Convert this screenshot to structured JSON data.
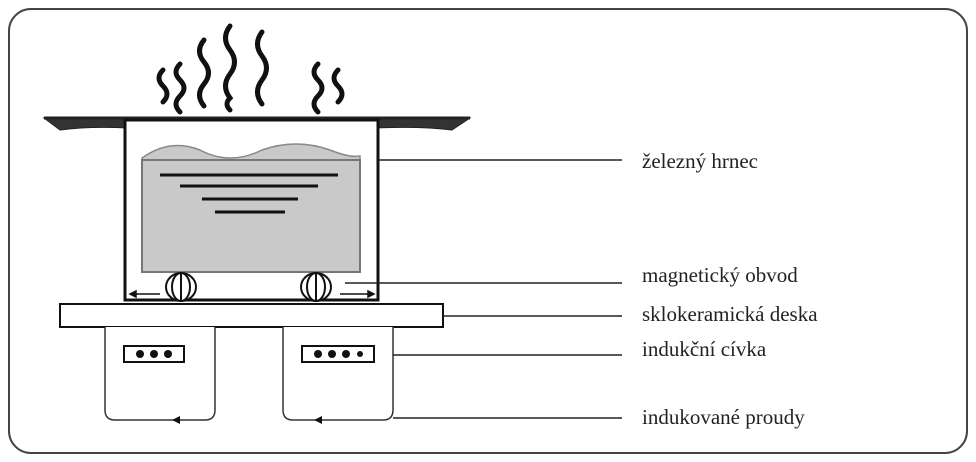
{
  "diagram": {
    "labels": {
      "pot": "železný hrnec",
      "magnetic_circuit": "magnetický obvod",
      "ceramic_plate": "sklokeramická deska",
      "induction_coil": "indukční cívka",
      "induced_currents": "indukované proudy"
    }
  }
}
